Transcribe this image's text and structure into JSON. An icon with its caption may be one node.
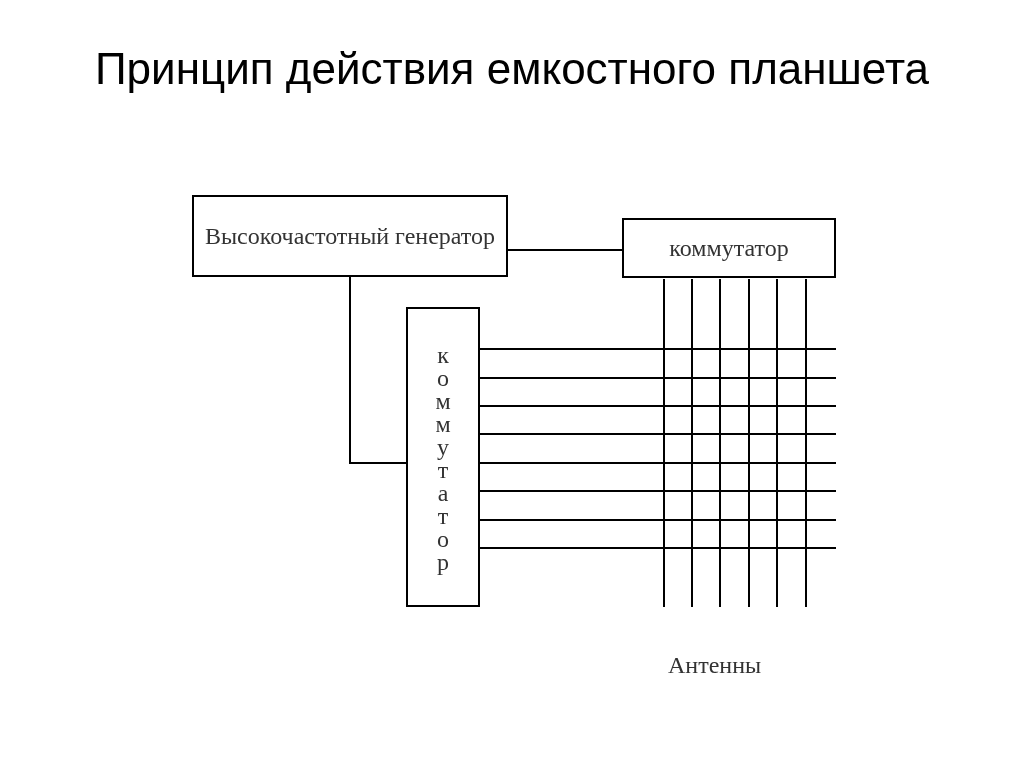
{
  "diagram": {
    "title": "Принцип действия емкостного планшета",
    "nodes": [
      {
        "text": [
          "Высокочастотный генератор"
        ]
      },
      {
        "text": [
          "коммутатор"
        ]
      },
      {
        "text": [
          "коммутатор"
        ]
      }
    ],
    "edges": [
      {
        "from": 0,
        "to": 1,
        "arrow": "none"
      },
      {
        "from": 0,
        "to": 2,
        "arrow": "none"
      }
    ],
    "labels": [
      "Антенны"
    ]
  }
}
